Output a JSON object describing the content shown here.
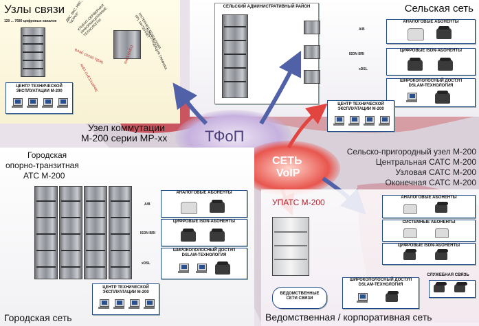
{
  "top_left": {
    "title": "Узлы связи",
    "subtitle": "120 ... 7680 цифровых каналов",
    "radial_labels": [
      "ДВС, ВКС, ИВС, ЗСО \"НОРКА\"",
      "КЛИЕНТ-СЕРВЕРНАЯ ИНФОРМАЦИОННЫЕ ТЕХНОЛОГИИ",
      "ИНТЕРНЕТ ТЕЛЕФОНИЯ (IP), ИНТЕРНЕТ",
      "КОНСОЛИДАЦИЯ ТРАФИКА"
    ],
    "bottom_labels": [
      "BASE 10/100 T(Е/К)",
      "NxE1 (1xE1/1x2048)",
      "NxE1 (2xE1)"
    ],
    "center_label": "ЦЕНТР ТЕХНИЧЕСКОЙ ЭКСПЛУАТАЦИИ М-200"
  },
  "top_right": {
    "title": "Сельская сеть",
    "district_label": "СЕЛЬСКИЙ АДМИНИСТРАТИВНЫЙ РАЙОН",
    "link_ab": "A/B",
    "link_isdn": "ISDN BRI",
    "link_xdsl": "xDSL",
    "box_analog": "АНАЛОГОВЫЕ АБОНЕНТЫ",
    "box_isdn": "ЦИФРОВЫЕ ISDN-АБОНЕНТЫ",
    "box_broadband": "ШИРОКОПОЛОСНЫЙ ДОСТУП",
    "box_broadband_sub": "DSLAM-ТЕХНОЛОГИЯ",
    "center_label": "ЦЕНТР ТЕХНИЧЕСКОЙ ЭКСПЛУАТАЦИИ М-200"
  },
  "middle_left": {
    "node_line1": "Узел коммутации",
    "node_line2": "М-200 серии МР-хх"
  },
  "clouds": {
    "pstn": "ТФоП",
    "voip_line1": "СЕТЬ",
    "voip_line2": "VoIP"
  },
  "right_list": [
    "Сельско-пригородный узел М-200",
    "Центральная САТС М-200",
    "Узловая САТС М-200",
    "Оконечная САТС М-200"
  ],
  "bottom_left": {
    "title_line1": "Городская",
    "title_line2": "опорно-транзитная",
    "title_line3": "АТС М-200",
    "footer": "Городская сеть",
    "link_ab": "A/B",
    "link_isdn": "ISDN BRI",
    "link_xdsl": "xDSL",
    "box_analog": "АНАЛОГОВЫЕ АБОНЕНТЫ",
    "box_isdn": "ЦИФРОВЫЕ ISDN-АБОНЕНТЫ",
    "box_broadband": "ШИРОКОПОЛОСНЫЙ ДОСТУП",
    "box_broadband_sub": "DSLAM-ТЕХНОЛОГИЯ",
    "center_label": "ЦЕНТР ТЕХНИЧЕСКОЙ ЭКСПЛУАТАЦИИ М-200"
  },
  "bottom_right": {
    "upats": "УПАТС М-200",
    "box_analog": "АНАЛОГОВЫЕ АБОНЕНТЫ",
    "box_system": "СИСТЕМНЫЕ АБОНЕНТЫ",
    "box_isdn": "ЦИФРОВЫЕ ISDN-АБОНЕНТЫ",
    "box_service": "СЛУЖЕБНАЯ СВЯЗЬ",
    "box_broadband": "ШИРОКОПОЛОСНЫЙ ДОСТУП",
    "box_broadband_sub": "DSLAM-ТЕХНОЛОГИЯ",
    "dept_line1": "ВЕДОМСТВЕННЫЕ",
    "dept_line2": "СЕТИ СВЯЗИ",
    "footer": "Ведомственная / корпоративная сеть"
  },
  "colors": {
    "frame_blue": "#1e4a8a",
    "cloud_purple": "#b39ad0",
    "cloud_red": "#e2453f",
    "map_red": "#c5404a",
    "arrow_blue": "#5061a8"
  }
}
